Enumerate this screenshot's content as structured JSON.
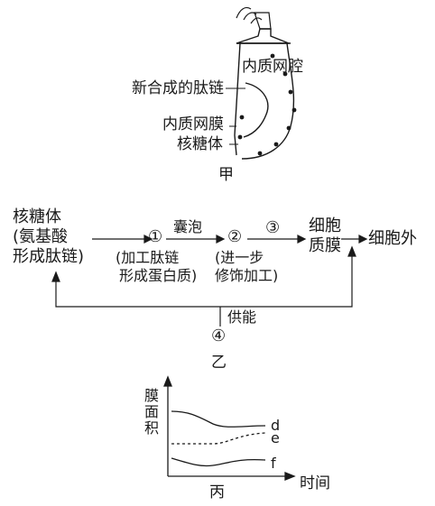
{
  "figure_jia": {
    "label": "甲",
    "lumen_label": "内质网腔",
    "peptide_label": "新合成的肽链",
    "membrane_label": "内质网膜",
    "ribosome_label": "核糖体"
  },
  "figure_yi": {
    "label": "乙",
    "ribosome_line1": "核糖体",
    "ribosome_line2": "(氨基酸",
    "ribosome_line3": "形成肽链)",
    "vesicle_label": "囊泡",
    "step1_num": "①",
    "step1_line1": "(加工肽链",
    "step1_line2": "形成蛋白质)",
    "step2_num": "②",
    "step2_line1": "(进一步",
    "step2_line2": "修饰加工)",
    "step3_num": "③",
    "cell_membrane_line1": "细胞",
    "cell_membrane_line2": "质膜",
    "outside_label": "细胞外",
    "energy_label": "供能",
    "step4_num": "④"
  },
  "figure_bing": {
    "label": "丙",
    "ylabel": "膜面积",
    "xlabel": "时间",
    "curve_labels": [
      "d",
      "e",
      "f"
    ]
  }
}
